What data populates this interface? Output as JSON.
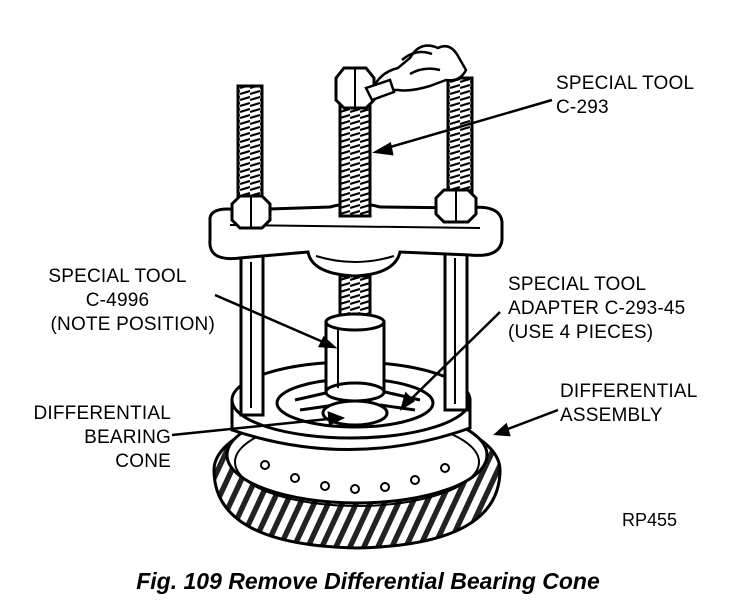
{
  "labels": {
    "c293": [
      "SPECIAL TOOL",
      "C-293"
    ],
    "c4996": [
      "SPECIAL TOOL",
      "C-4996",
      "(NOTE POSITION)"
    ],
    "adapter": [
      "SPECIAL TOOL",
      "ADAPTER C-293-45",
      "(USE 4 PIECES)"
    ],
    "assembly": [
      "DIFFERENTIAL",
      "ASSEMBLY"
    ],
    "cone": [
      "DIFFERENTIAL",
      "BEARING",
      "CONE"
    ]
  },
  "ref_code": "RP455",
  "caption": "Fig. 109 Remove Differential Bearing Cone",
  "colors": {
    "ink": "#000000",
    "paper": "#ffffff"
  }
}
